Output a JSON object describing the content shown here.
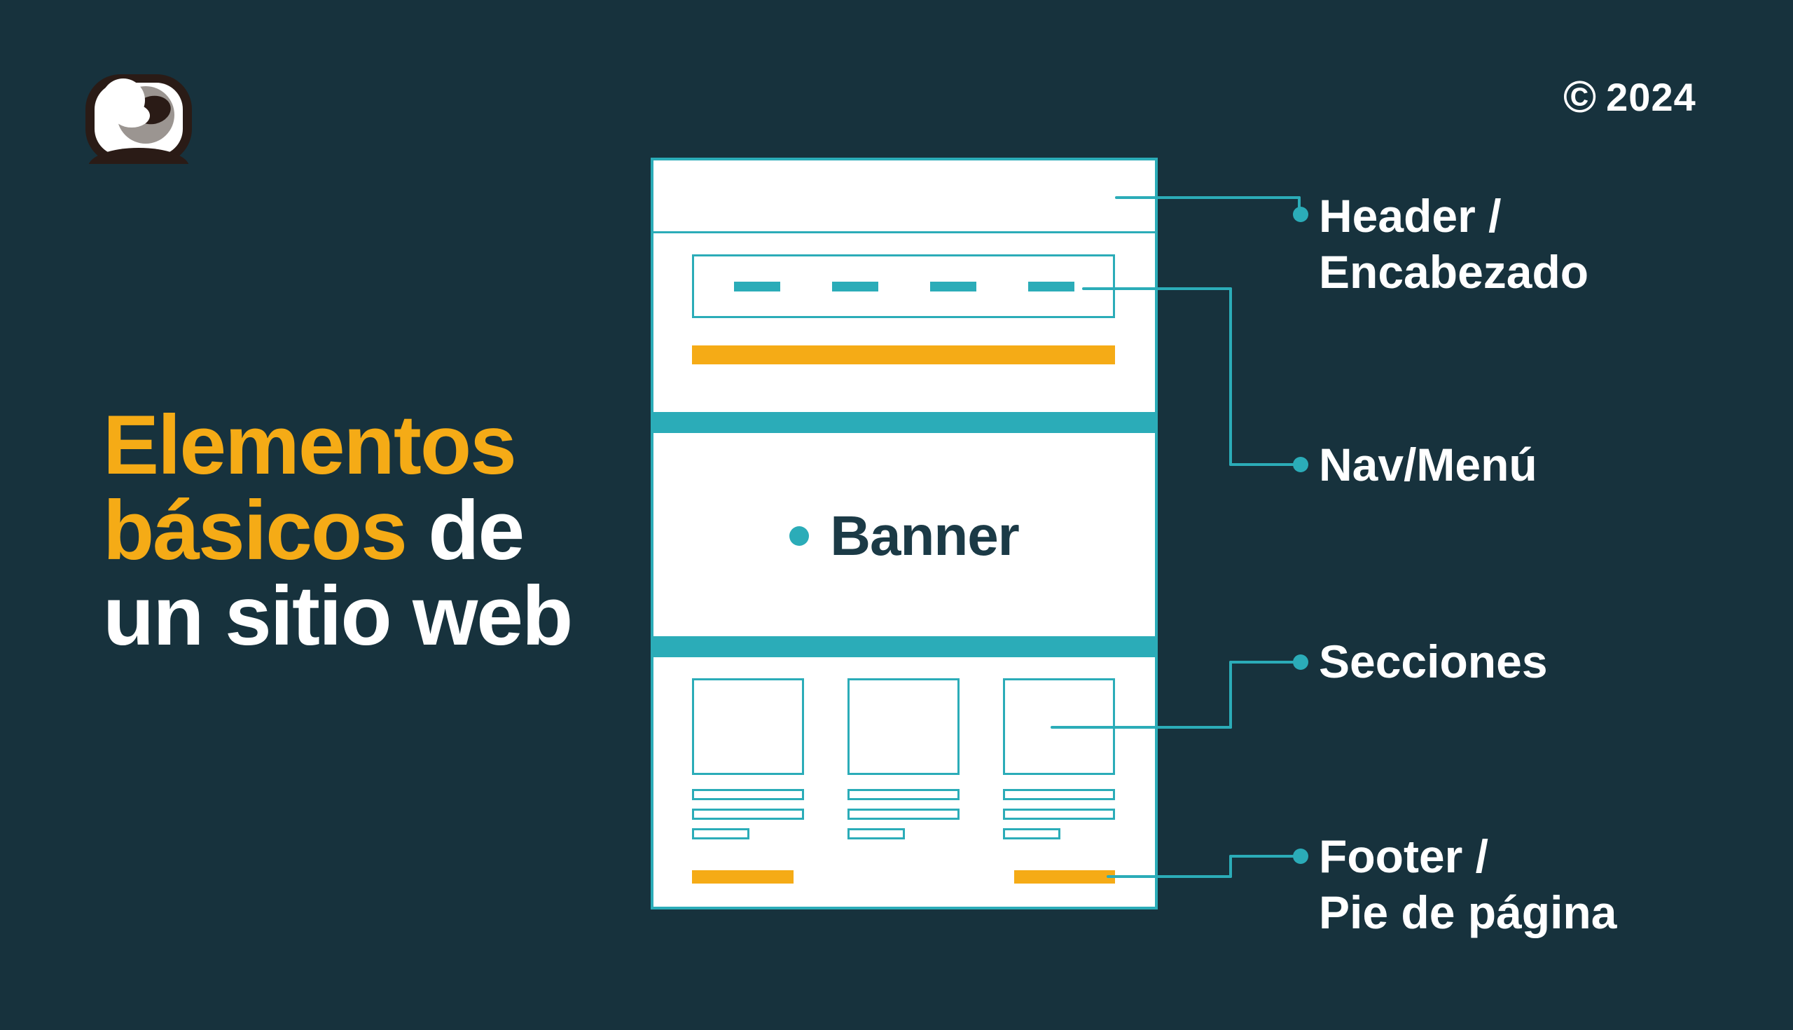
{
  "top_bar": {
    "copyright_symbol": "©",
    "copyright_year": "2024"
  },
  "title": {
    "line1_orange": "Elementos",
    "line2_orange": "básicos",
    "line2_white": "de",
    "line3_white": "un sitio web"
  },
  "wireframe": {
    "banner_label": "Banner"
  },
  "annotations": {
    "header": {
      "line1": "Header /",
      "line2": "Encabezado"
    },
    "nav": {
      "label": "Nav/Menú"
    },
    "sections": {
      "label": "Secciones"
    },
    "footer": {
      "line1": "Footer /",
      "line2": "Pie de página"
    }
  },
  "icons": {
    "logo": "crehana-eye-logo",
    "copyright": "copyright-icon",
    "banner_bullet": "bullet-dot-icon",
    "callout_dot": "connector-dot"
  },
  "colors": {
    "background": "#17323D",
    "teal": "#2BACB8",
    "orange": "#F5AB16",
    "white": "#FFFFFF",
    "dark_text": "#1B3A46",
    "logo_dark": "#2A1B16",
    "logo_gray": "#9B9591"
  }
}
